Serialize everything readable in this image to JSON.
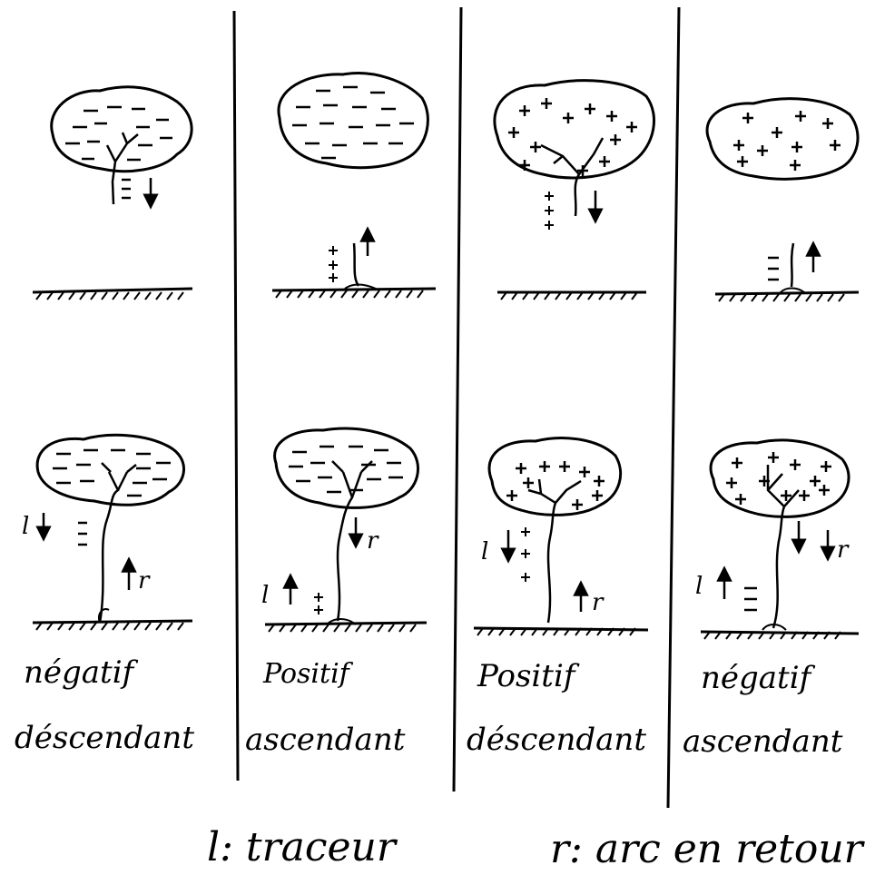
{
  "columns": [
    {
      "sign": "négatif",
      "direction": "déscendant",
      "labels": {
        "l": "l",
        "r": "r"
      }
    },
    {
      "sign": "Positif",
      "direction": "ascendant",
      "labels": {
        "l": "l",
        "r": "r"
      }
    },
    {
      "sign": "Positif",
      "direction": "déscendant",
      "labels": {
        "l": "l",
        "r": "r"
      }
    },
    {
      "sign": "négatif",
      "direction": "ascendant",
      "labels": {
        "l": "l",
        "r": "r"
      }
    }
  ],
  "legend": {
    "l": "l: traceur",
    "r": "r: arc en retour"
  },
  "charges": {
    "negative": "−",
    "positive": "+"
  },
  "colors": {
    "ink": "#000000",
    "paper": "#ffffff"
  }
}
